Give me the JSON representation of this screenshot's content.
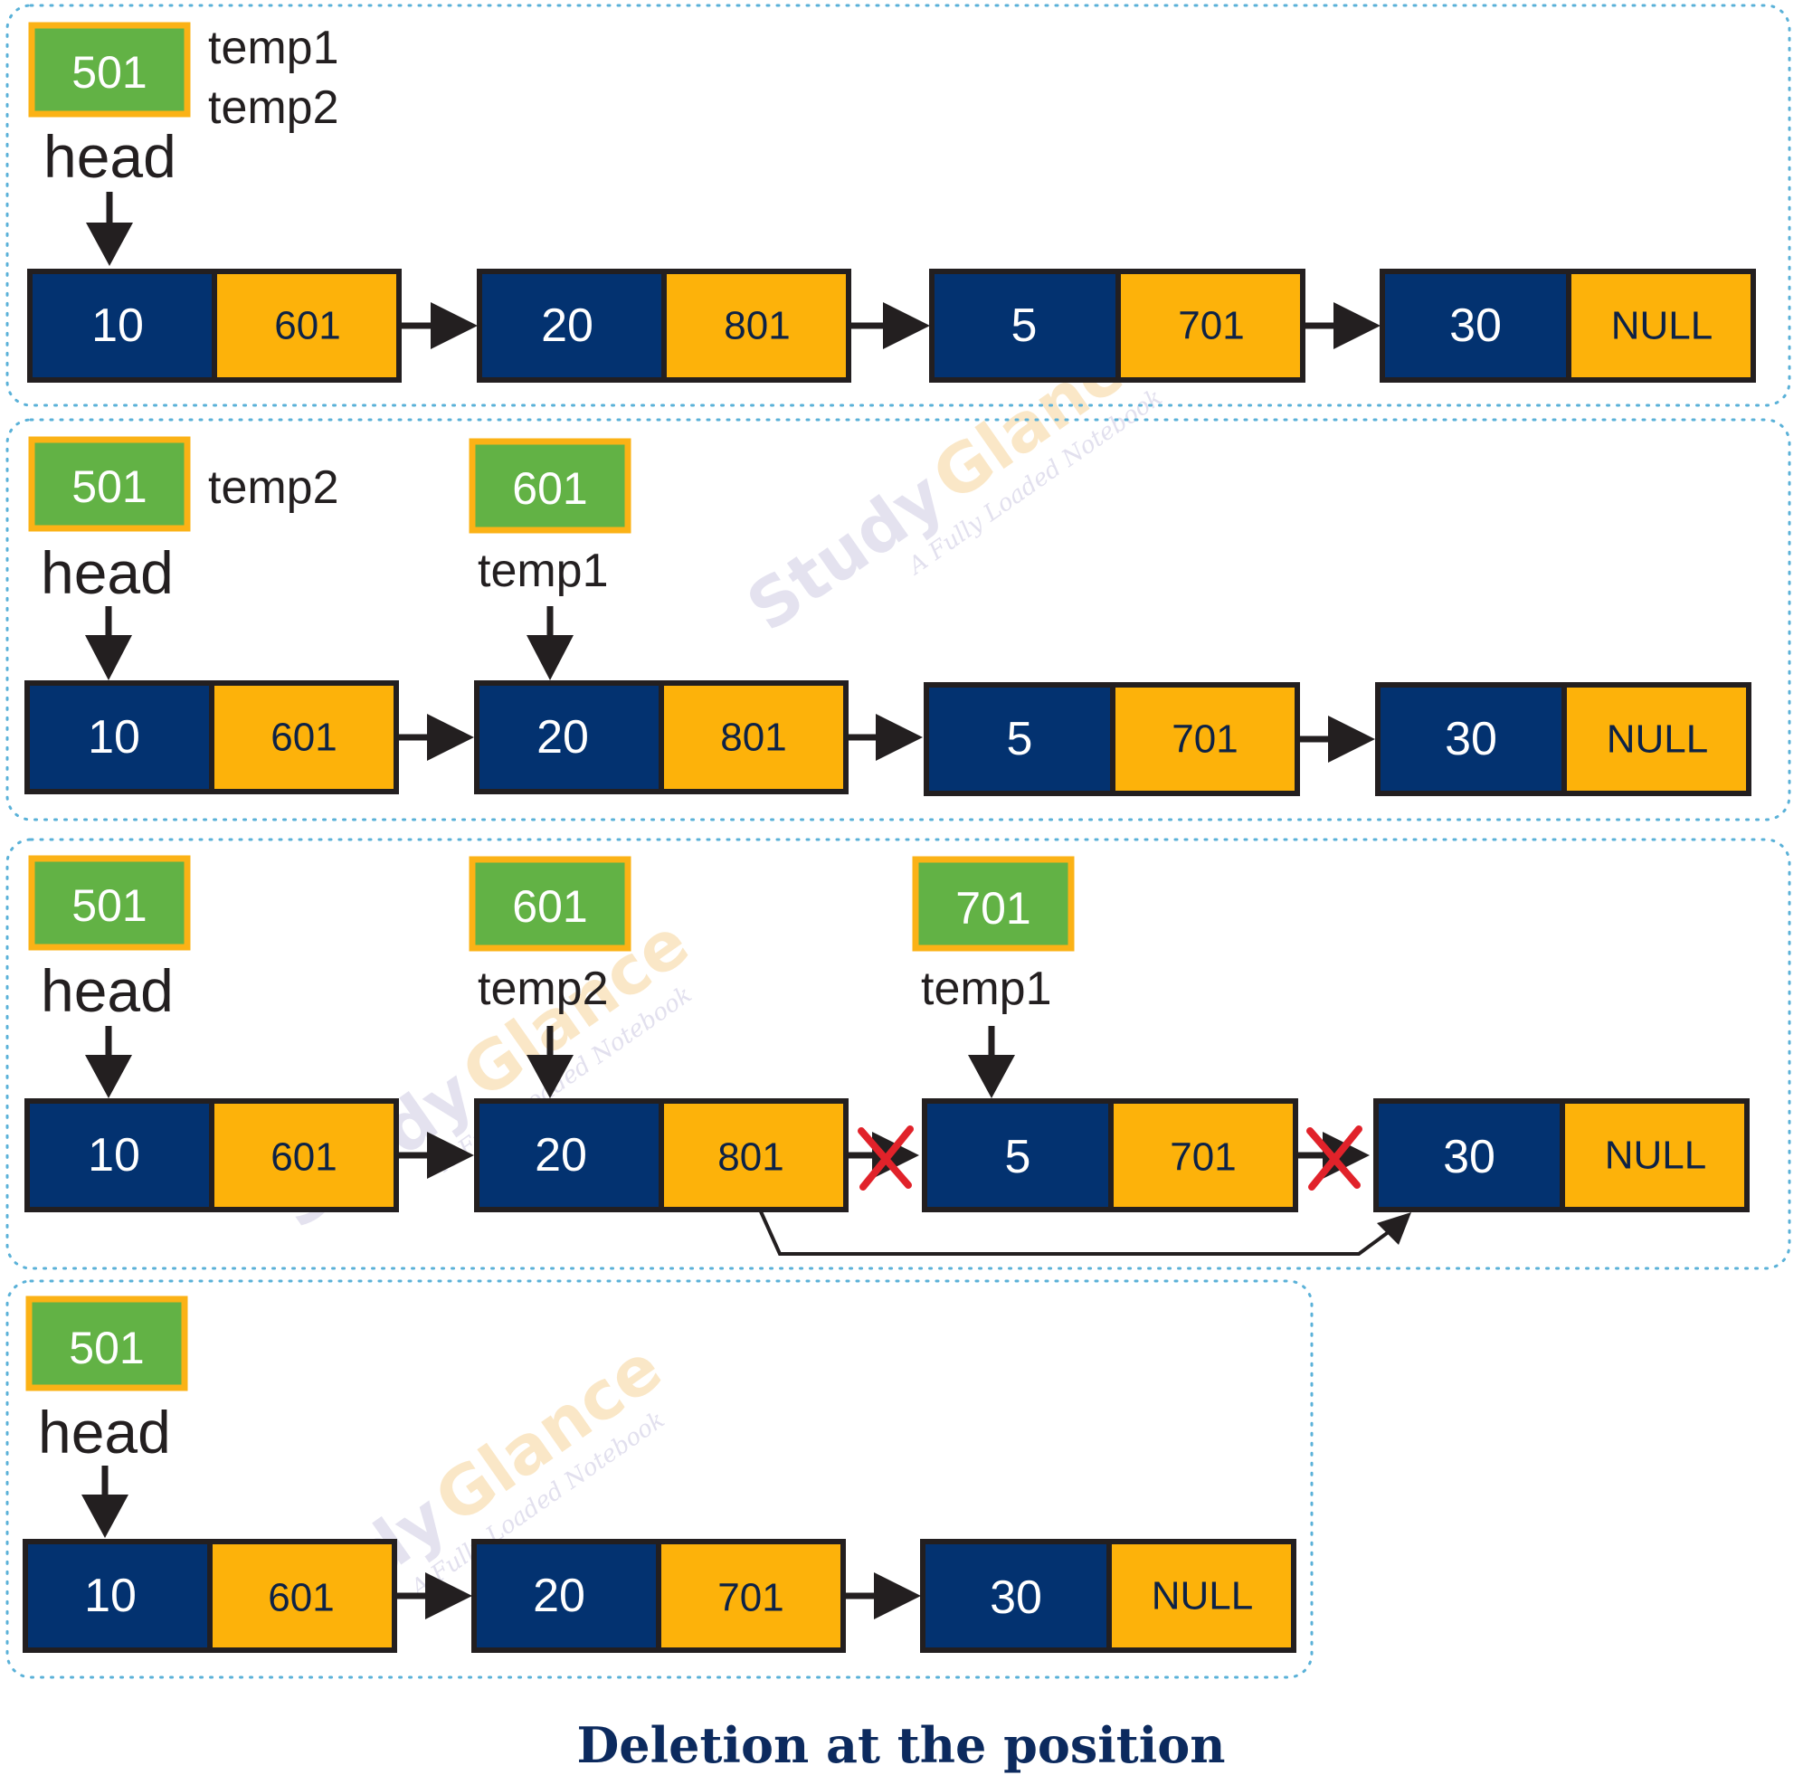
{
  "caption": "Deletion at the position",
  "watermark": {
    "brand_a": "Study",
    "brand_b": "Glance",
    "tagline": "A Fully Loaded Notebook"
  },
  "colors": {
    "data_cell": "#033270",
    "next_cell": "#fdb20a",
    "address_box": "#62b245",
    "address_border": "#fbb216",
    "cross": "#e1222a",
    "caption": "#0c2a5e"
  },
  "steps": [
    {
      "pointers": [
        {
          "address": "501",
          "labels": [
            "temp1",
            "temp2"
          ]
        },
        {
          "address": "501",
          "labels": [
            "head"
          ]
        }
      ],
      "nodes": [
        {
          "data": "10",
          "next": "601"
        },
        {
          "data": "20",
          "next": "801"
        },
        {
          "data": "5",
          "next": "701"
        },
        {
          "data": "30",
          "next": "NULL"
        }
      ]
    },
    {
      "pointers": [
        {
          "address": "501",
          "labels": [
            "temp2"
          ]
        },
        {
          "address": "501",
          "labels": [
            "head"
          ]
        },
        {
          "address": "601",
          "labels": [
            "temp1"
          ]
        }
      ],
      "nodes": [
        {
          "data": "10",
          "next": "601"
        },
        {
          "data": "20",
          "next": "801"
        },
        {
          "data": "5",
          "next": "701"
        },
        {
          "data": "30",
          "next": "NULL"
        }
      ]
    },
    {
      "pointers": [
        {
          "address": "501",
          "labels": [
            "head"
          ]
        },
        {
          "address": "601",
          "labels": [
            "temp2"
          ]
        },
        {
          "address": "701",
          "labels": [
            "temp1"
          ]
        }
      ],
      "nodes": [
        {
          "data": "10",
          "next": "601"
        },
        {
          "data": "20",
          "next": "801"
        },
        {
          "data": "5",
          "next": "701"
        },
        {
          "data": "30",
          "next": "NULL"
        }
      ],
      "broken_links": [
        "20 to 5",
        "5 to 30"
      ],
      "new_link": "20 to 30"
    },
    {
      "pointers": [
        {
          "address": "501",
          "labels": [
            "head"
          ]
        }
      ],
      "nodes": [
        {
          "data": "10",
          "next": "601"
        },
        {
          "data": "20",
          "next": "701"
        },
        {
          "data": "30",
          "next": "NULL"
        }
      ]
    }
  ]
}
